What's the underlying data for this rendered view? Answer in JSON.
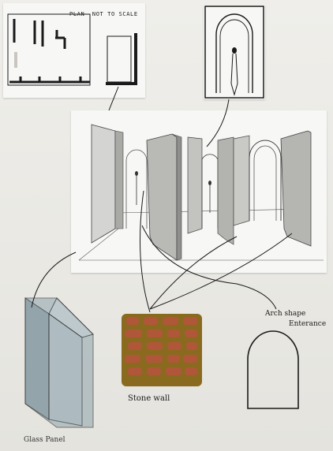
{
  "plan_card": {
    "title": "PLAN- NOT TO SCALE"
  },
  "labels": {
    "stone_wall": "Stone wall",
    "arch_line1": "Arch shape",
    "arch_line2": "Enterance",
    "glass_panel": "Glass Panel"
  },
  "colors": {
    "paper": "#ecebe6",
    "ink": "#1a1a1a",
    "stone_mortar": "#8a6a1e",
    "stone_brick": "#b0573a",
    "glass": "#8fa3ad"
  }
}
